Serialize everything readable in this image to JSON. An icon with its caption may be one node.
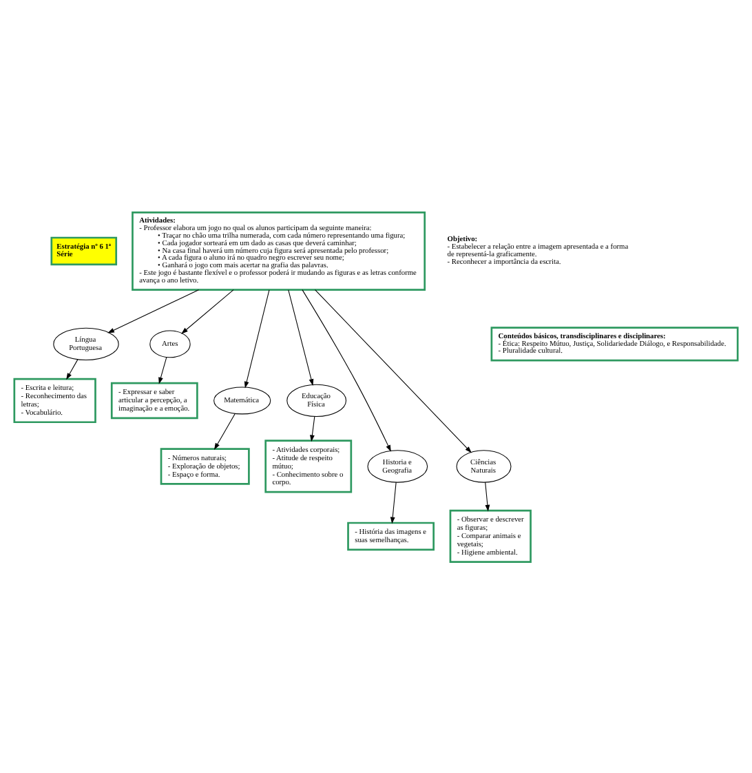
{
  "diagram": {
    "nodes": [
      {
        "text": [
          "Estratégia nº 6 1ª Série"
        ]
      },
      {
        "text": [
          "Atividades:",
          "- Professor elabora um jogo no qual os alunos participam da seguinte maneira:",
          "• Traçar no chão uma trilha numerada, com cada número representando uma figura;",
          "• Cada jogador sorteará em um dado as casas que deverá caminhar;",
          "• Na casa final haverá um número cuja figura será apresentada pelo professor;",
          "• A cada figura o aluno irá no quadro negro escrever seu nome;",
          "• Ganhará o jogo com mais acertar na grafia das palavras.",
          "- Este jogo é bastante flexível e o professor poderá ir mudando as figuras e as letras conforme avança o ano letivo."
        ]
      },
      {
        "text": [
          "Conteúdos básicos, transdisciplinares e disciplinares:",
          "- Ética: Respeito Mútuo, Justiça, Solidariedade Diálogo, e Responsabilidade.",
          "- Pluralidade cultural."
        ]
      },
      {
        "text": [
          "Língua Portuguesa"
        ]
      },
      {
        "text": [
          "Artes"
        ]
      },
      {
        "text": [
          "- Escrita e leitura;",
          "- Reconhecimento das letras;",
          "- Vocabulário."
        ]
      },
      {
        "text": [
          "Matemática"
        ]
      },
      {
        "text": [
          "Educação Física"
        ]
      },
      {
        "text": [
          "- Expressar e saber articular a percepção, a imaginação e a emoção."
        ]
      },
      {
        "text": [
          "- Números naturais;",
          "- Exploração de objetos;",
          "- Espaço e forma."
        ]
      },
      {
        "text": [
          "- Atividades corporais;",
          "- Atitude de respeito mútuo;",
          "- Conhecimento sobre o corpo."
        ]
      },
      {
        "text": [
          "Historia e Geografia"
        ]
      },
      {
        "text": [
          "Ciências Naturais"
        ]
      },
      {
        "text": [
          "- História das imagens e suas semelhanças."
        ]
      },
      {
        "text": [
          "- Observar e descrever as figuras;",
          "- Comparar animais e vegetais;",
          "- Higiene ambiental."
        ]
      }
    ],
    "edges": [
      {
        "from": 1,
        "to": 3,
        "arrow": "to"
      },
      {
        "from": 1,
        "to": 6,
        "arrow": "to"
      },
      {
        "from": 1,
        "to": 11,
        "arrow": "to"
      },
      {
        "from": 1,
        "to": 7,
        "arrow": "to"
      },
      {
        "from": 1,
        "to": 12,
        "arrow": "to"
      },
      {
        "from": 1,
        "to": 4,
        "arrow": "to"
      },
      {
        "from": 3,
        "to": 5,
        "arrow": "to"
      },
      {
        "from": 6,
        "to": 9,
        "arrow": "to"
      },
      {
        "from": 11,
        "to": 13,
        "arrow": "to"
      },
      {
        "from": 7,
        "to": 10,
        "arrow": "to"
      },
      {
        "from": 12,
        "to": 14,
        "arrow": "to"
      },
      {
        "from": 4,
        "to": 8,
        "arrow": "to"
      }
    ],
    "labels": [
      "Objetivo:",
      "- Estabelecer a relação entre a imagem apresentada e a forma de representá-la graficamente.",
      "- Reconhecer a importância da escrita."
    ]
  }
}
